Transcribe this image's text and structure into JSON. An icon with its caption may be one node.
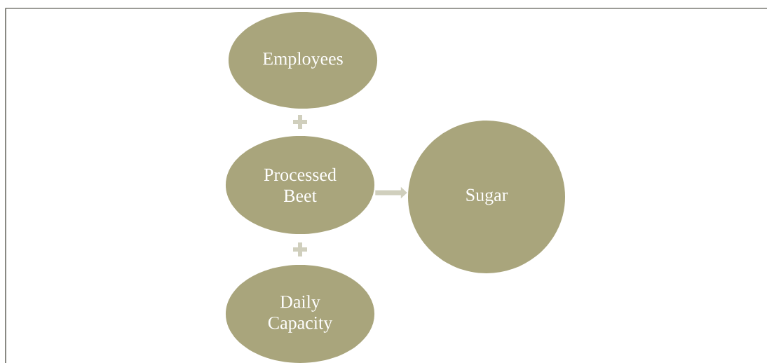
{
  "diagram": {
    "nodes": [
      {
        "text": [
          "Employees"
        ]
      },
      {
        "text": [
          "Processed Beet"
        ]
      },
      {
        "text": [
          "Daily Capacity"
        ]
      },
      {
        "text": [
          "Sugar"
        ]
      }
    ],
    "edges": [
      {
        "from": 1,
        "to": 3,
        "arrow": "to"
      }
    ]
  }
}
